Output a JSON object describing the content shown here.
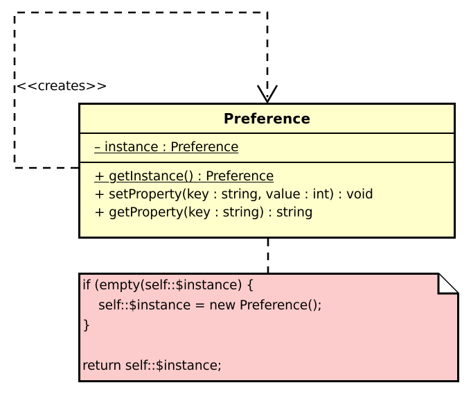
{
  "diagram": {
    "type": "uml-class-diagram",
    "title": "Preference singleton class diagram",
    "background_color": "#ffffff",
    "line_color": "#000000"
  },
  "relationship": {
    "stereotype_label": "<<creates>>",
    "style": "dashed",
    "arrowhead": "open",
    "path": "self-loop from class left edge around to class top edge"
  },
  "class_box": {
    "name": "Preference",
    "fill_color": "#ffffcc",
    "border_color": "#000000",
    "attributes": [
      {
        "text": "– instance : Preference",
        "static": true
      }
    ],
    "operations": [
      {
        "text": "+ getInstance() : Preference",
        "static": true
      },
      {
        "text": "+ setProperty(key : string, value : int) : void",
        "static": false
      },
      {
        "text": "+ getProperty(key : string) : string",
        "static": false
      }
    ]
  },
  "note": {
    "fill_color": "#fccccc",
    "border_color": "#000000",
    "folded_corner": "top-right",
    "lines": [
      "if (empty(self::$instance) {",
      "    self::$instance = new Preference();",
      "}",
      "",
      "return self::$instance;"
    ]
  }
}
